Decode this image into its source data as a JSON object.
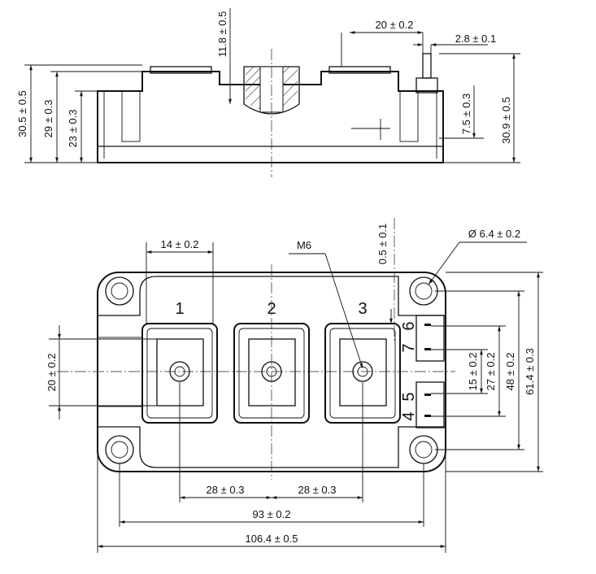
{
  "side_view": {
    "dims": {
      "overall_height": "30.5 ± 0.5",
      "body_height": "29 ± 0.3",
      "base_height": "23 ± 0.3",
      "nut_depth": "11.8 ± 0.5",
      "terminal_width": "20 ± 0.2",
      "pin_width": "2.8 ± 0.1",
      "pin_height": "7.5 ± 0.3",
      "pin_total_height": "30.9 ± 0.5"
    }
  },
  "top_view": {
    "terminal_numbers": [
      "1",
      "2",
      "3"
    ],
    "pin_numbers": [
      "6",
      "7",
      "5",
      "4"
    ],
    "thread_label": "M6",
    "dims": {
      "hole_diameter": "Ø  6.4 ± 0.2",
      "pin_offset": "0.5 ± 0.1",
      "terminal_pad_width": "14 ± 0.2",
      "terminal_height": "20 ± 0.2",
      "pin_pitch_15": "15 ± 0.2",
      "pin_pitch_27": "27 ± 0.2",
      "mount_pitch_48": "48 ± 0.2",
      "overall_width": "61.4 ± 0.3",
      "terminal_pitch_1": "28 ± 0.3",
      "terminal_pitch_2": "28 ± 0.3",
      "mount_pitch_93": "93 ± 0.2",
      "overall_length": "106.4 ± 0.5"
    }
  }
}
